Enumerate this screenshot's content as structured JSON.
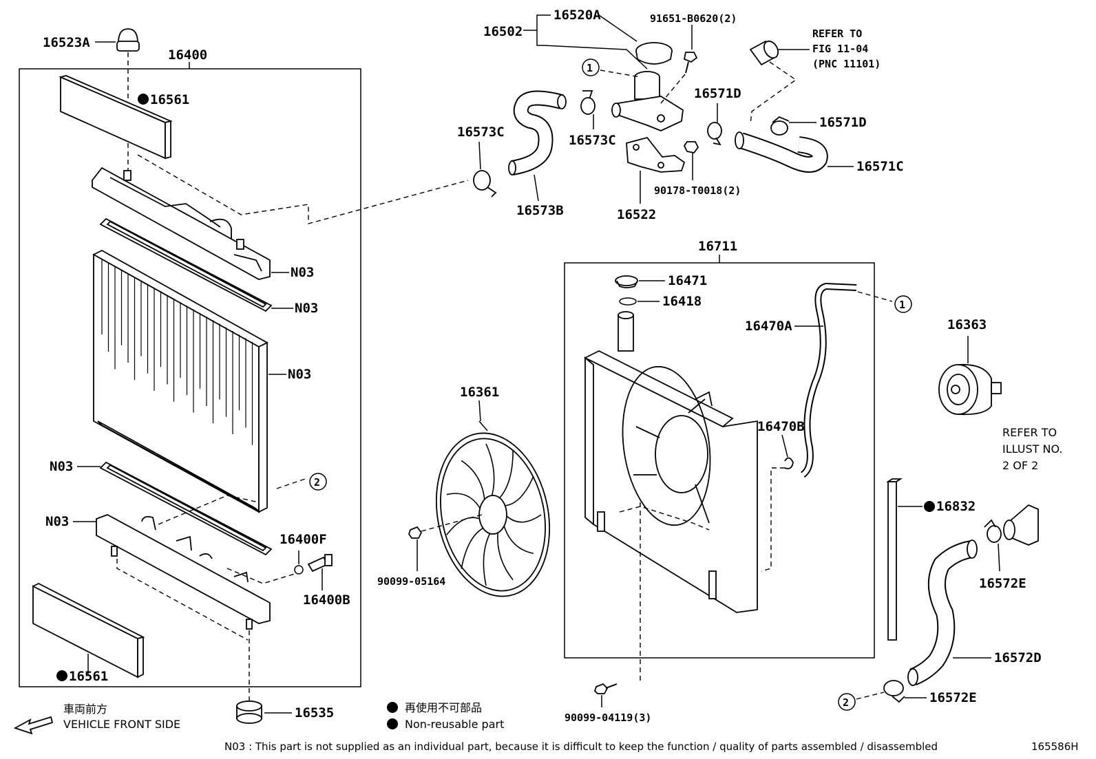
{
  "parts": {
    "p16523A": "16523A",
    "p16400": "16400",
    "p16561_top": "16561",
    "p16561_bottom": "16561",
    "n03_1": "N03",
    "n03_2": "N03",
    "n03_3": "N03",
    "n03_4": "N03",
    "n03_5": "N03",
    "p16400F": "16400F",
    "p16400B": "16400B",
    "p16535": "16535",
    "p16502": "16502",
    "p16520A": "16520A",
    "p91651": "91651-B0620(2)",
    "refer1_l1": "REFER TO",
    "refer1_l2": "FIG 11-04",
    "refer1_l3": "(PNC 11101)",
    "p16573C_left": "16573C",
    "p16573C_mid": "16573C",
    "p16573B": "16573B",
    "p16571D_a": "16571D",
    "p16571D_b": "16571D",
    "p16571C": "16571C",
    "p90178": "90178-T0018(2)",
    "p16522": "16522",
    "p16711": "16711",
    "p16471": "16471",
    "p16418": "16418",
    "p16470A": "16470A",
    "p16470B": "16470B",
    "p16361": "16361",
    "p90099_05164": "90099-05164",
    "p90099_04119": "90099-04119(3)",
    "p16363": "16363",
    "refer2_l1": "REFER TO",
    "refer2_l2": "ILLUST NO.",
    "refer2_l3": "2 OF 2",
    "p16832": "16832",
    "p16572E_a": "16572E",
    "p16572E_b": "16572E",
    "p16572D": "16572D",
    "ref_1a": "1",
    "ref_1b": "1",
    "ref_2a": "2",
    "ref_2b": "2"
  },
  "legend": {
    "front_jp": "車両前方",
    "front_en": "VEHICLE FRONT SIDE",
    "nonreusable_jp": "再使用不可部品",
    "nonreusable_en": "Non-reusable part"
  },
  "footer": {
    "note": "N03 : This part is not supplied as an individual part, because it is difficult to keep the function / quality of parts assembled / disassembled",
    "illustration_id": "165586H"
  }
}
